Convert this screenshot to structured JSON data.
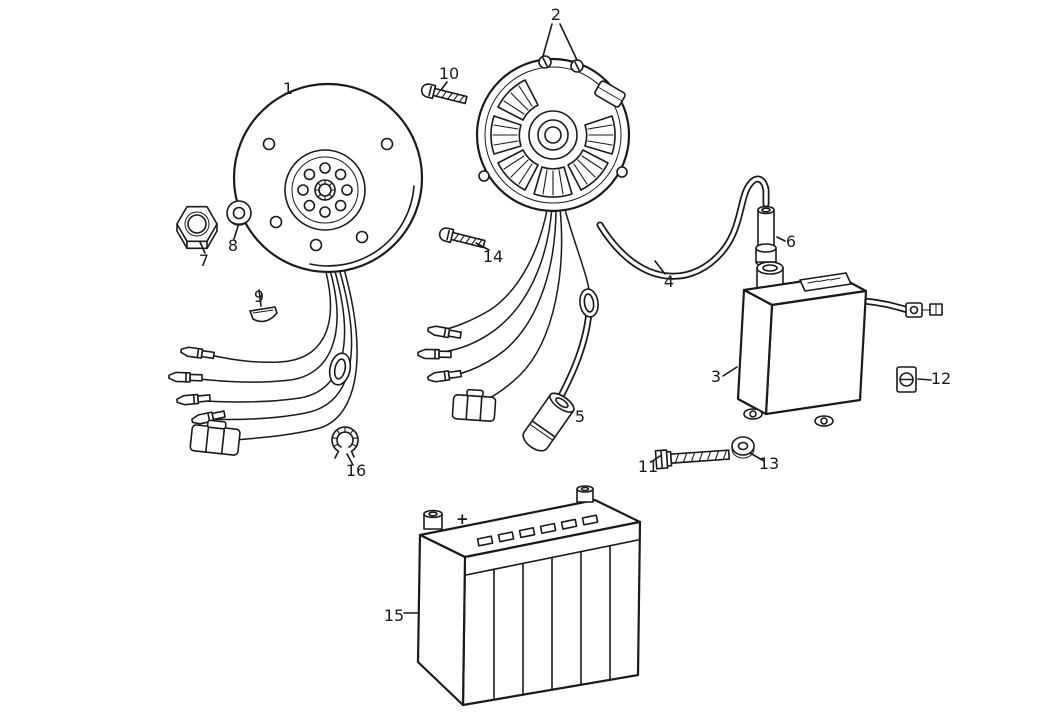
{
  "diagram": {
    "background_color": "#ffffff",
    "line_color": "#1a1a1a",
    "callouts": [
      {
        "label": "1",
        "part": "flywheel-rotor"
      },
      {
        "label": "2",
        "part": "stator-plate-assembly"
      },
      {
        "label": "3",
        "part": "cdi-unit"
      },
      {
        "label": "4",
        "part": "stator-cdi-cable"
      },
      {
        "label": "5",
        "part": "spark-plug-cap"
      },
      {
        "label": "6",
        "part": "cable-boot"
      },
      {
        "label": "7",
        "part": "hex-nut"
      },
      {
        "label": "8",
        "part": "washer"
      },
      {
        "label": "9",
        "part": "woodruff-key"
      },
      {
        "label": "10",
        "part": "screw"
      },
      {
        "label": "11",
        "part": "bolt"
      },
      {
        "label": "12",
        "part": "terminal-plate"
      },
      {
        "label": "13",
        "part": "washer"
      },
      {
        "label": "14",
        "part": "screw"
      },
      {
        "label": "15",
        "part": "battery"
      },
      {
        "label": "16",
        "part": "cable-clamp"
      }
    ],
    "battery": {
      "positive_terminal_marker": "+"
    }
  }
}
